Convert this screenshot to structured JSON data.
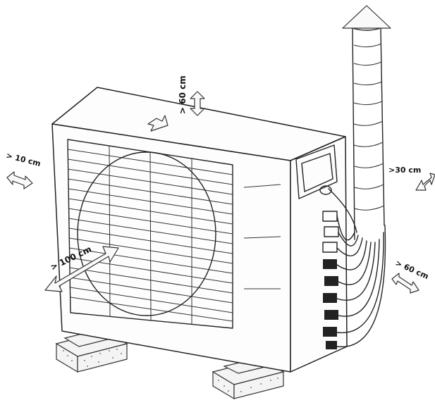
{
  "labels": {
    "top": "> 60 cm",
    "left": "> 10 cm",
    "front": "> 100 cm",
    "right_upper": ">30 cm",
    "right_lower": "> 60 cm"
  },
  "icons": {
    "top_arrow": "double-arrow-vertical-icon",
    "left_arrow": "double-arrow-horizontal-icon",
    "front_arrow": "double-arrow-diagonal-icon",
    "right_upper_arrow": "double-arrow-diagonal-icon",
    "right_lower_arrow": "double-arrow-diagonal-icon",
    "airflow_arrow": "airflow-arrow-icon",
    "duct_arrow": "up-arrow-icon"
  }
}
